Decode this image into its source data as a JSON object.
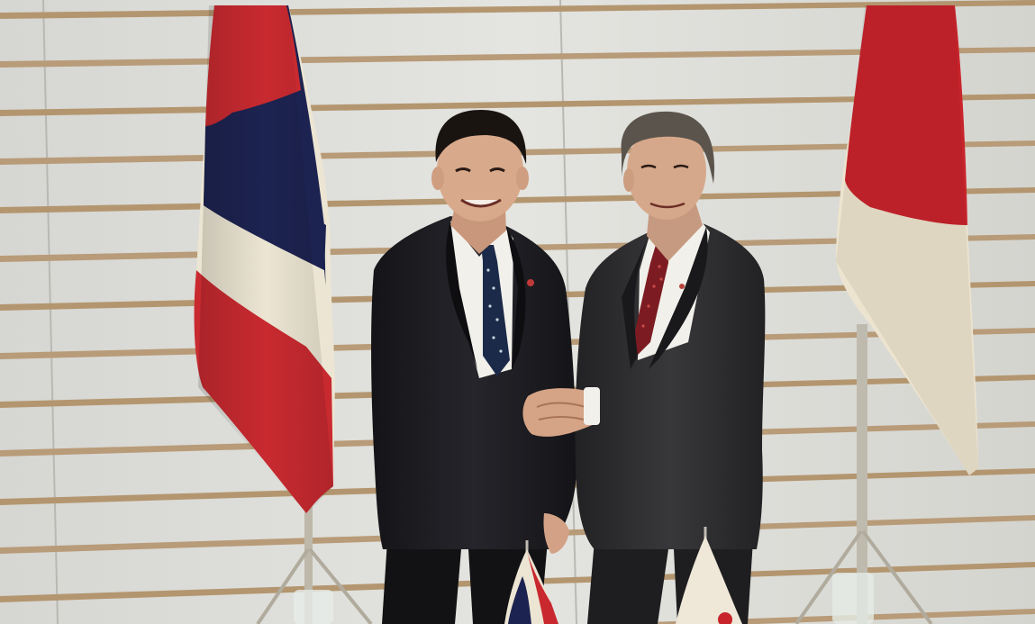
{
  "photo": {
    "subject": "",
    "colors": {
      "wall": "#dcdcd8",
      "wall_shadow": "#c9c9c4",
      "slat": "#b89b78",
      "slat_dark": "#8c7356",
      "flag_red": "#c8282e",
      "flag_white": "#ece6d6",
      "flag_blue": "#1e2550",
      "suit_left": "#1c1c20",
      "suit_right": "#2a2a2c",
      "skin": "#d9a98a",
      "hair_left": "#1a1412",
      "hair_right": "#5a534c",
      "shirt": "#f4f2ee",
      "tie_left": "#1d2a44",
      "tie_right": "#7a1c22",
      "pole": "#b8b4a8"
    },
    "elements": [
      "thai-flag",
      "japanese-flag",
      "man-left",
      "man-right",
      "handshake",
      "slatted-wall",
      "small-table-flags"
    ]
  }
}
